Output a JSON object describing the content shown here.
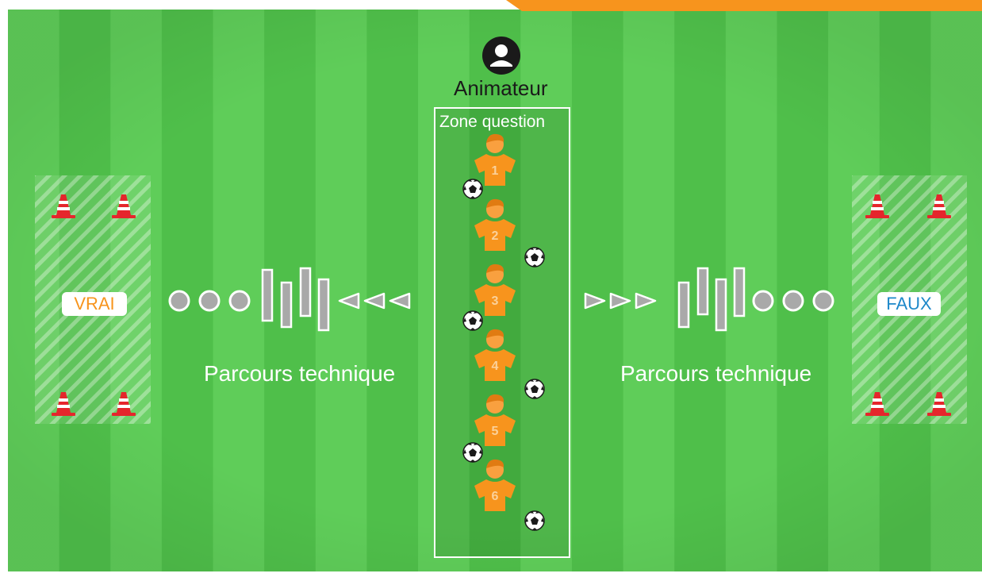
{
  "animateur_label": "Animateur",
  "zone_label": "Zone question",
  "vrai_label": "VRAI",
  "faux_label": "FAUX",
  "parcours_left": "Parcours technique",
  "parcours_right": "Parcours technique",
  "player_numbers": [
    "1",
    "2",
    "3",
    "4",
    "5",
    "6"
  ],
  "icons": {
    "animateur": "person-icon",
    "cone": "traffic-cone-icon",
    "ball": "soccer-ball-icon",
    "player": "player-jersey-icon"
  },
  "colors": {
    "pitch_light": "#5fcd59",
    "pitch_dark": "#4fbf4a",
    "player_orange": "#f7941d",
    "vrai_text": "#f7941d",
    "faux_text": "#1e88c9",
    "cone_red": "#e5262c",
    "corner_orange": "#f7941d"
  }
}
